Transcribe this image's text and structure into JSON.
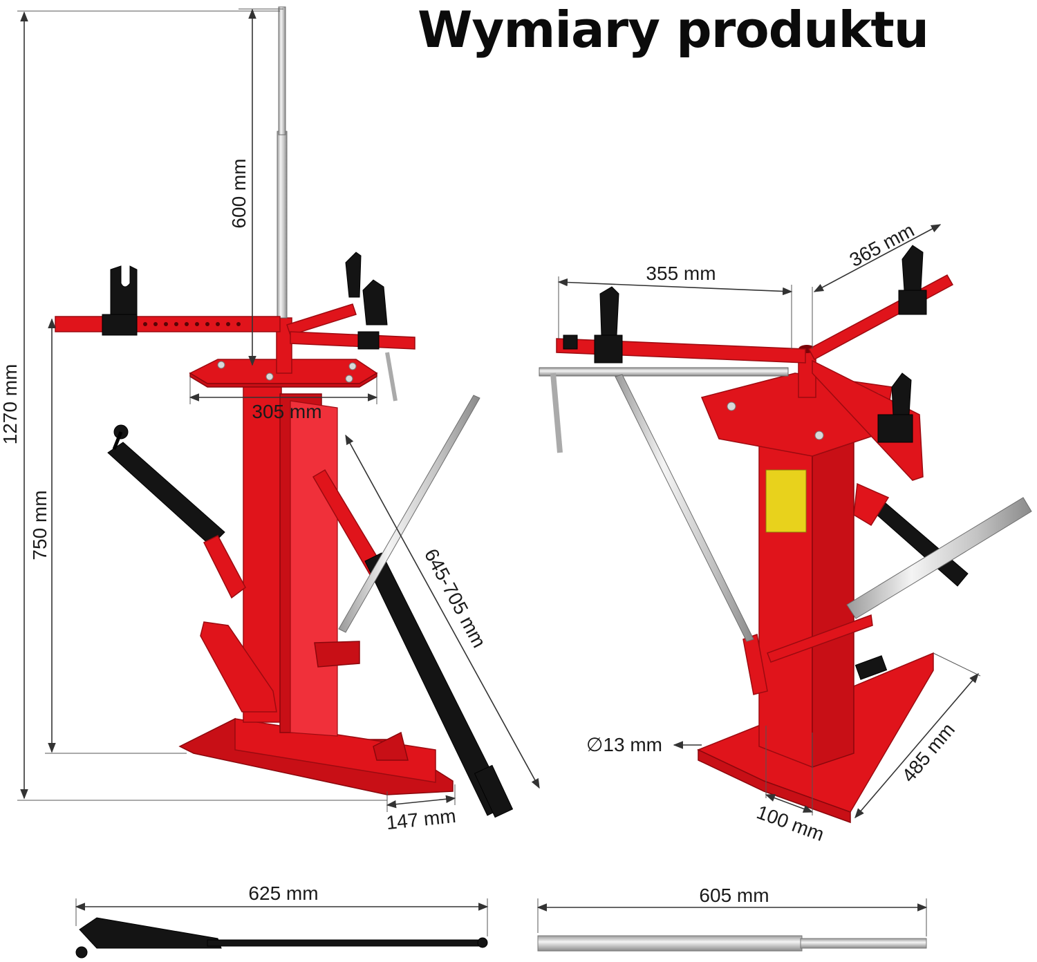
{
  "title": "Wymiary produktu",
  "dimensions": {
    "total_height": "1270 mm",
    "table_height": "750 mm",
    "bar_above_table": "600 mm",
    "table_width": "305 mm",
    "handle_length": "645-705 mm",
    "foot_width": "147 mm",
    "arm_left": "355 mm",
    "arm_right": "365 mm",
    "bolt_diameter": "∅13 mm",
    "base_offset": "100 mm",
    "base_length": "485 mm",
    "bead_breaker_length": "625 mm",
    "bar_length": "605 mm"
  }
}
